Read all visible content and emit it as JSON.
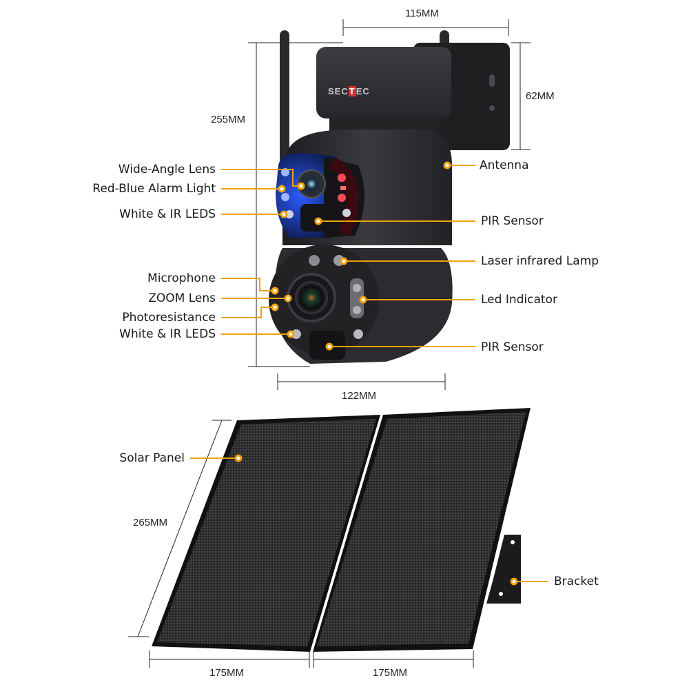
{
  "brand": {
    "logo_text_pre": "SEC",
    "logo_text_t": "T",
    "logo_text_post": "EC",
    "logo_accent": "#d8312b"
  },
  "colors": {
    "callout": "#f0a20c",
    "dimension_line": "#222222",
    "device_body": "#2b2b2e",
    "alarm_blue": "#1f4fff",
    "alarm_red": "#ff2a3a"
  },
  "dimensions": {
    "camera_height": "255MM",
    "camera_top_width": "115MM",
    "mount_height": "62MM",
    "camera_bottom_width": "122MM",
    "panel_height": "265MM",
    "panel_left_width": "175MM",
    "panel_right_width": "175MM"
  },
  "callouts_left": [
    {
      "label": "Wide-Angle Lens"
    },
    {
      "label": "Red-Blue Alarm Light"
    },
    {
      "label": "White & IR LEDS"
    },
    {
      "label": "Microphone"
    },
    {
      "label": "ZOOM Lens"
    },
    {
      "label": "Photoresistance"
    },
    {
      "label": "White & IR LEDS"
    },
    {
      "label": "Solar Panel"
    }
  ],
  "callouts_right": [
    {
      "label": "Antenna"
    },
    {
      "label": "PIR Sensor"
    },
    {
      "label": "Laser infrared Lamp"
    },
    {
      "label": "Led Indicator"
    },
    {
      "label": "PIR Sensor"
    },
    {
      "label": "Bracket"
    }
  ]
}
